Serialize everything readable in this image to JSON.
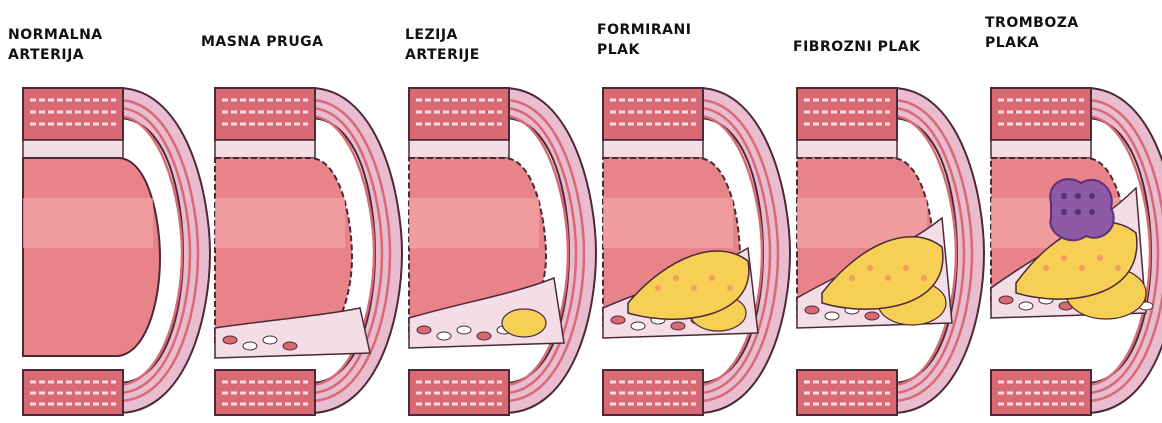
{
  "stages": [
    {
      "id": "normal",
      "label": "NORMALNA\nARTERIJA",
      "plaque": 0
    },
    {
      "id": "streak",
      "label": "MASNA PRUGA",
      "plaque": 1
    },
    {
      "id": "lesion",
      "label": "LEZIJA\nARTERIJE",
      "plaque": 2
    },
    {
      "id": "formed",
      "label": "FORMIRANI\nPLAK",
      "plaque": 3
    },
    {
      "id": "fibrous",
      "label": "FIBROZNI PLAK",
      "plaque": 4
    },
    {
      "id": "thrombus",
      "label": "TROMBOZA\nPLAKA",
      "plaque": 5
    }
  ],
  "colors": {
    "wall": "#d96a73",
    "wall_dark": "#b94a56",
    "lumen": "#e8838a",
    "lumen_light": "#f3a6a8",
    "intima": "#f3dde6",
    "media": "#e9bcd0",
    "fat": "#f7cf55",
    "fat_light": "#fbe394",
    "clot": "#8e5aa8",
    "clot_dark": "#5d3076",
    "outline": "#4a2a36"
  }
}
